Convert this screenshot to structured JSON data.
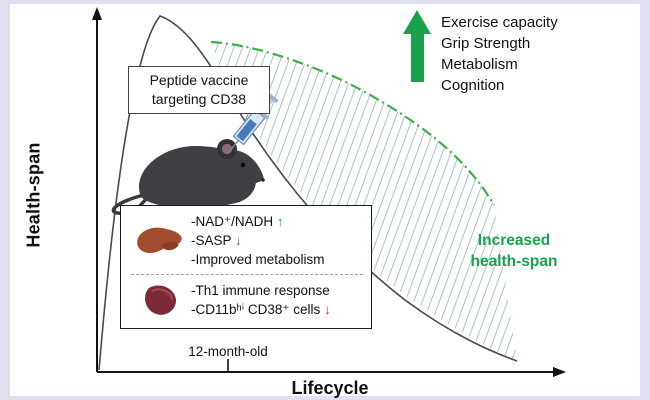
{
  "axes": {
    "y_label": "Health-span",
    "x_label": "Lifecycle",
    "tick_label": "12-month-old"
  },
  "benefits": {
    "line1": "Exercise capacity",
    "line2": "Grip Strength",
    "line3": "Metabolism",
    "line4": "Cognition"
  },
  "vaccine": {
    "line1": "Peptide vaccine",
    "line2": "targeting CD38"
  },
  "box": {
    "liver": {
      "l1": "-NAD⁺/NADH ",
      "l1_arrow": "↑",
      "l2": "-SASP ",
      "l2_arrow": "↓",
      "l3": "-Improved metabolism"
    },
    "spleen": {
      "l1": "-Th1 immune response",
      "l2": "-CD11bʰⁱ CD38⁺ cells ",
      "l2_arrow": "↓"
    }
  },
  "increased": {
    "line1": "Increased",
    "line2": "health-span"
  },
  "icons": {
    "mouse": "mouse-icon",
    "syringe": "syringe-icon",
    "liver": "liver-icon",
    "spleen": "spleen-icon",
    "arrow": "up-block-arrow-icon"
  },
  "colors": {
    "green": "#19a24c",
    "red": "#c0392b",
    "hatch": "#a9c3c6",
    "curve": "#4a4a4a"
  }
}
